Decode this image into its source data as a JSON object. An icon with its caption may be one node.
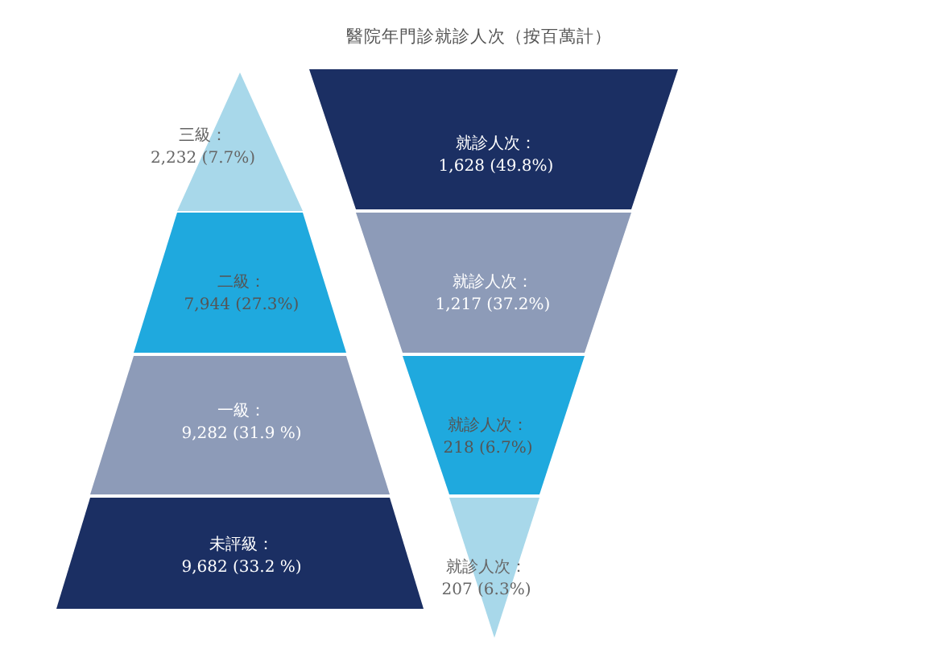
{
  "diagram": {
    "title": "醫院年門診就診人次（按百萬計）",
    "nodes": [
      {
        "text": [
          "三級：",
          "2,232 (7.7%)"
        ]
      },
      {
        "text": [
          "二級：",
          "7,944 (27.3%)"
        ]
      },
      {
        "text": [
          "一級：",
          "9,282 (31.9 %)"
        ]
      },
      {
        "text": [
          "未評級：",
          "9,682 (33.2 %)"
        ]
      },
      {
        "text": [
          "就診人次：",
          "1,628 (49.8%)"
        ]
      },
      {
        "text": [
          "就診人次：",
          "1,217 (37.2%)"
        ]
      },
      {
        "text": [
          "就診人次：",
          "218 (6.7%)"
        ]
      },
      {
        "text": [
          "就診人次：",
          "207 (6.3%)"
        ]
      }
    ]
  }
}
